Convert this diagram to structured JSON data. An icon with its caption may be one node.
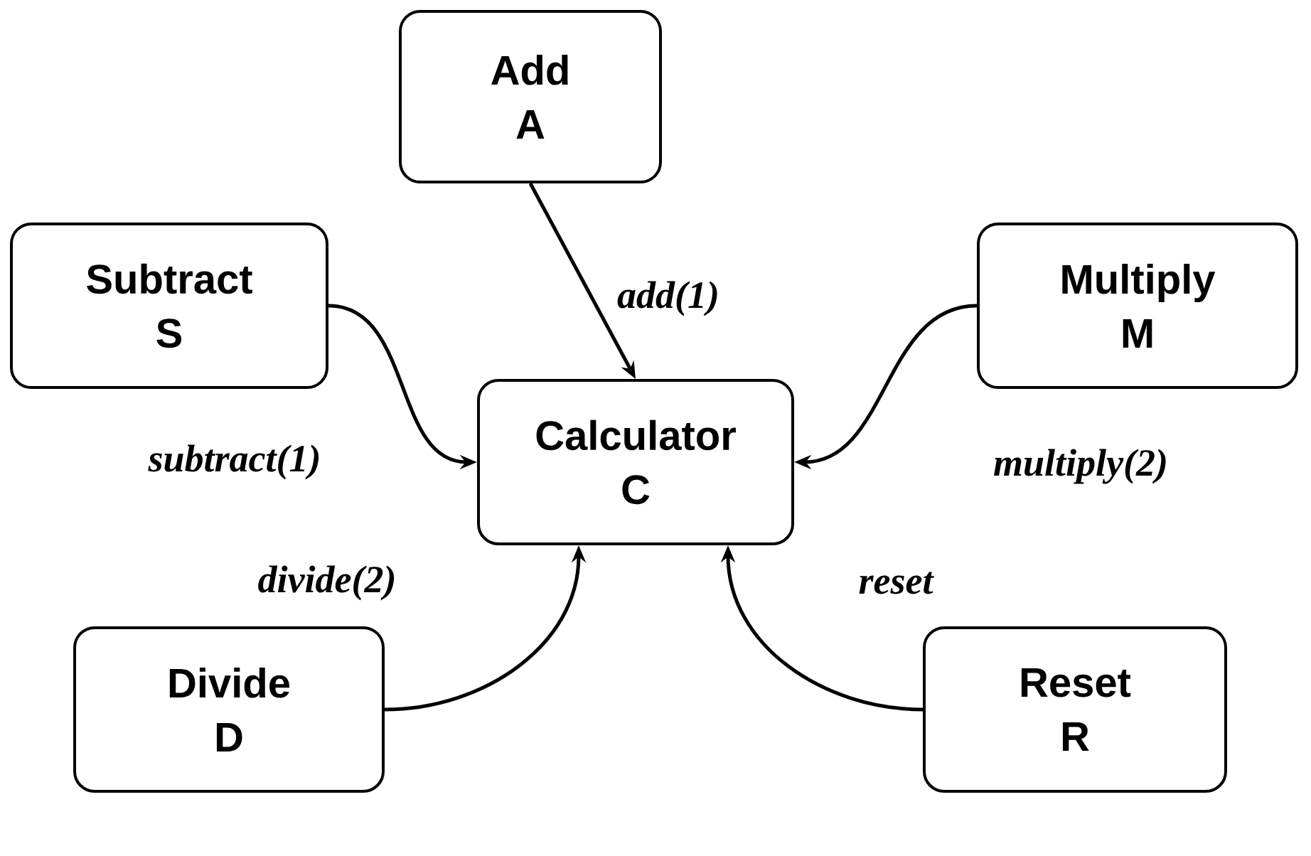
{
  "diagram": {
    "nodes": [
      {
        "text": [
          "Add",
          "A"
        ]
      },
      {
        "text": [
          "Subtract",
          "S"
        ]
      },
      {
        "text": [
          "Multiply",
          "M"
        ]
      },
      {
        "text": [
          "Calculator",
          "C"
        ]
      },
      {
        "text": [
          "Divide",
          "D"
        ]
      },
      {
        "text": [
          "Reset",
          "R"
        ]
      }
    ],
    "edges": [
      {
        "from": 0,
        "to": 3,
        "arrow": "to",
        "label": "add(1)"
      },
      {
        "from": 1,
        "to": 3,
        "arrow": "to",
        "label": "subtract(1)"
      },
      {
        "from": 2,
        "to": 3,
        "arrow": "to",
        "label": "multiply(2)"
      },
      {
        "from": 4,
        "to": 3,
        "arrow": "to",
        "label": "divide(2)"
      },
      {
        "from": 5,
        "to": 3,
        "arrow": "to",
        "label": "reset"
      }
    ]
  }
}
